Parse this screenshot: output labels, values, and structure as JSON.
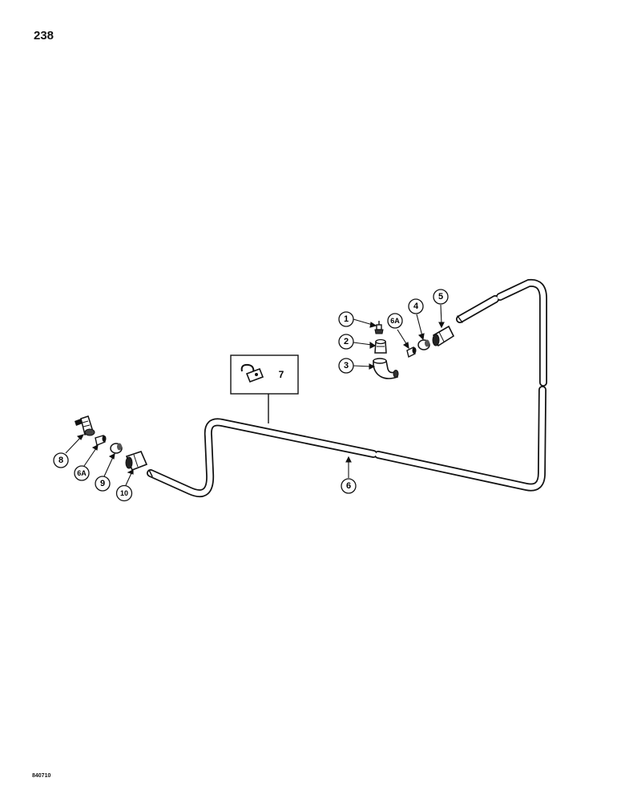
{
  "page": {
    "number": "238",
    "drawing_code": "840710"
  },
  "callouts": [
    {
      "id": "c1",
      "label": "1"
    },
    {
      "id": "c2",
      "label": "2"
    },
    {
      "id": "c3",
      "label": "3"
    },
    {
      "id": "c6a_top",
      "label": "6A"
    },
    {
      "id": "c4",
      "label": "4"
    },
    {
      "id": "c5",
      "label": "5"
    },
    {
      "id": "c7",
      "label": "7"
    },
    {
      "id": "c8",
      "label": "8"
    },
    {
      "id": "c6a_left",
      "label": "6A"
    },
    {
      "id": "c9",
      "label": "9"
    },
    {
      "id": "c10",
      "label": "10"
    },
    {
      "id": "c6",
      "label": "6"
    }
  ]
}
